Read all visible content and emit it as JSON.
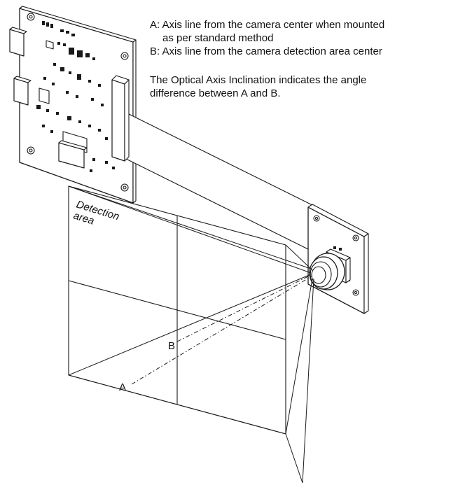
{
  "legend": {
    "line_a": "A: Axis line from the camera center when mounted",
    "line_a_cont": "as per standard method",
    "line_b": "B: Axis line from the camera detection area center",
    "note_1": "The Optical Axis Inclination indicates the angle",
    "note_2": "difference between A and B."
  },
  "labels": {
    "detection_1": "Detection",
    "detection_2": "area",
    "point_a": "A",
    "point_b": "B"
  },
  "colors": {
    "stroke": "#1a1a1a",
    "fill": "#ffffff"
  }
}
